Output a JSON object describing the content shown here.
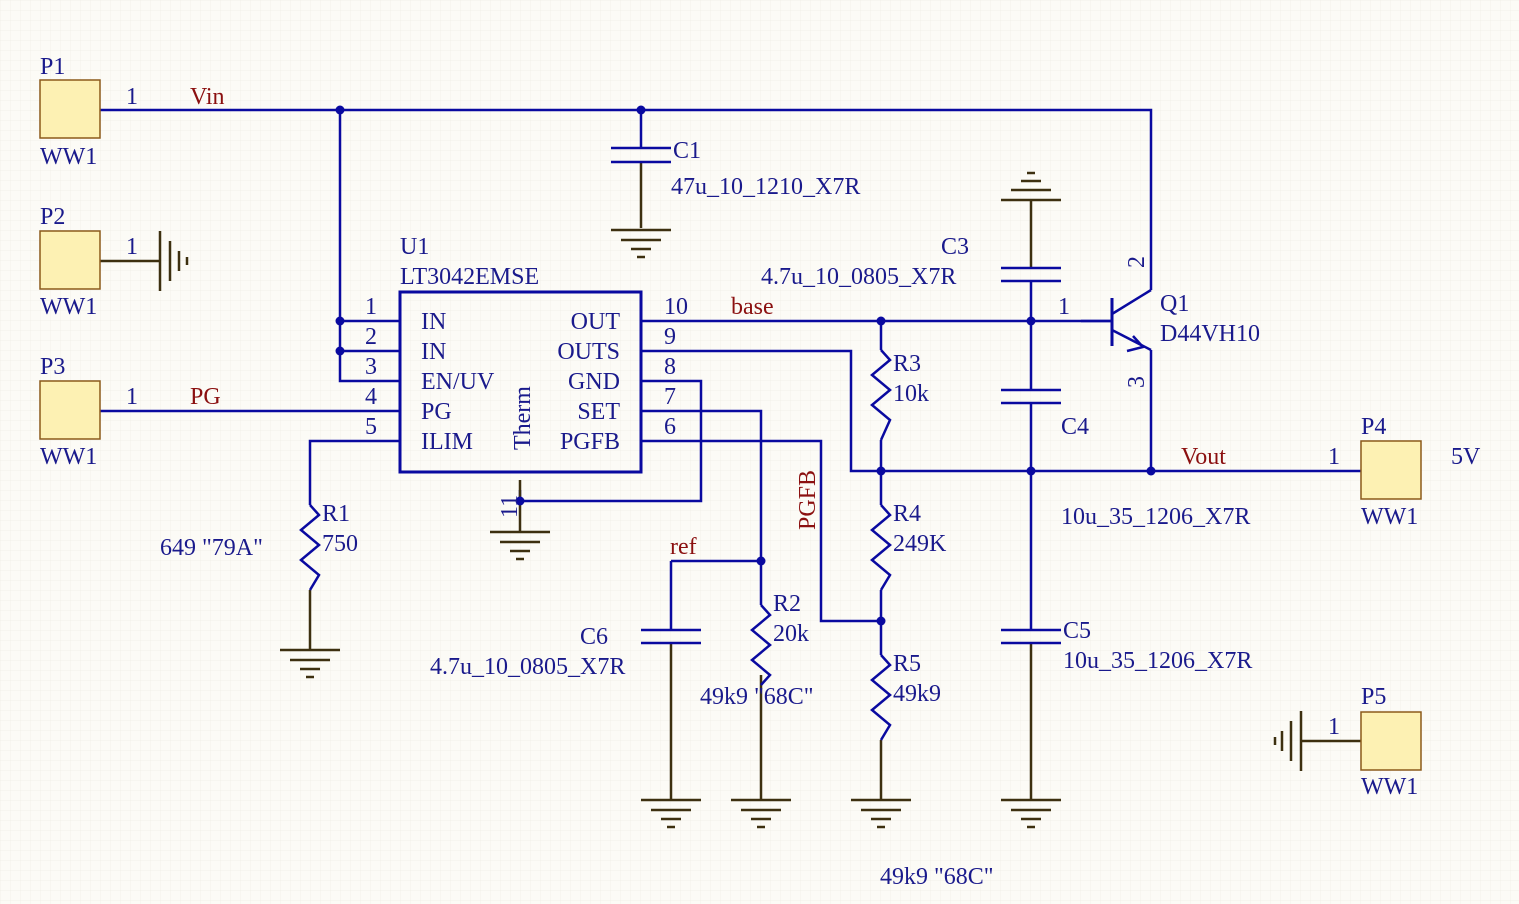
{
  "connectors": {
    "P1": {
      "ref": "P1",
      "pin": "1",
      "value": "WW1"
    },
    "P2": {
      "ref": "P2",
      "pin": "1",
      "value": "WW1"
    },
    "P3": {
      "ref": "P3",
      "pin": "1",
      "value": "WW1"
    },
    "P4": {
      "ref": "P4",
      "pin": "1",
      "value": "WW1",
      "extra": "5V"
    },
    "P5": {
      "ref": "P5",
      "pin": "1",
      "value": "WW1"
    }
  },
  "nets": {
    "vin": "Vin",
    "pg": "PG",
    "base": "base",
    "vout": "Vout",
    "ref": "ref",
    "pgfb": "PGFB"
  },
  "u1": {
    "ref": "U1",
    "part": "LT3042EMSE",
    "therm": "Therm",
    "left_pins": [
      {
        "num": "1",
        "name": "IN"
      },
      {
        "num": "2",
        "name": "IN"
      },
      {
        "num": "3",
        "name": "EN/UV"
      },
      {
        "num": "4",
        "name": "PG"
      },
      {
        "num": "5",
        "name": "ILIM"
      }
    ],
    "right_pins": [
      {
        "num": "10",
        "name": "OUT"
      },
      {
        "num": "9",
        "name": "OUTS"
      },
      {
        "num": "8",
        "name": "GND"
      },
      {
        "num": "7",
        "name": "SET"
      },
      {
        "num": "6",
        "name": "PGFB"
      }
    ],
    "bottom_pin": "11"
  },
  "caps": {
    "C1": {
      "ref": "C1",
      "value": "47u_10_1210_X7R"
    },
    "C3": {
      "ref": "C3",
      "value": "4.7u_10_0805_X7R"
    },
    "C4": {
      "ref": "C4",
      "value": "10u_35_1206_X7R"
    },
    "C5": {
      "ref": "C5",
      "value": "10u_35_1206_X7R"
    },
    "C6": {
      "ref": "C6",
      "value": "4.7u_10_0805_X7R"
    }
  },
  "resistors": {
    "R1": {
      "ref": "R1",
      "value": "750",
      "note": "649 \"79A\""
    },
    "R2": {
      "ref": "R2",
      "value": "20k",
      "note": "49k9 \"68C\""
    },
    "R3": {
      "ref": "R3",
      "value": "10k"
    },
    "R4": {
      "ref": "R4",
      "value": "249K"
    },
    "R5": {
      "ref": "R5",
      "value": "49k9",
      "note": "49k9 \"68C\""
    }
  },
  "q1": {
    "ref": "Q1",
    "part": "D44VH10",
    "pin_base": "1",
    "pin_collector": "2",
    "pin_emitter": "3"
  }
}
